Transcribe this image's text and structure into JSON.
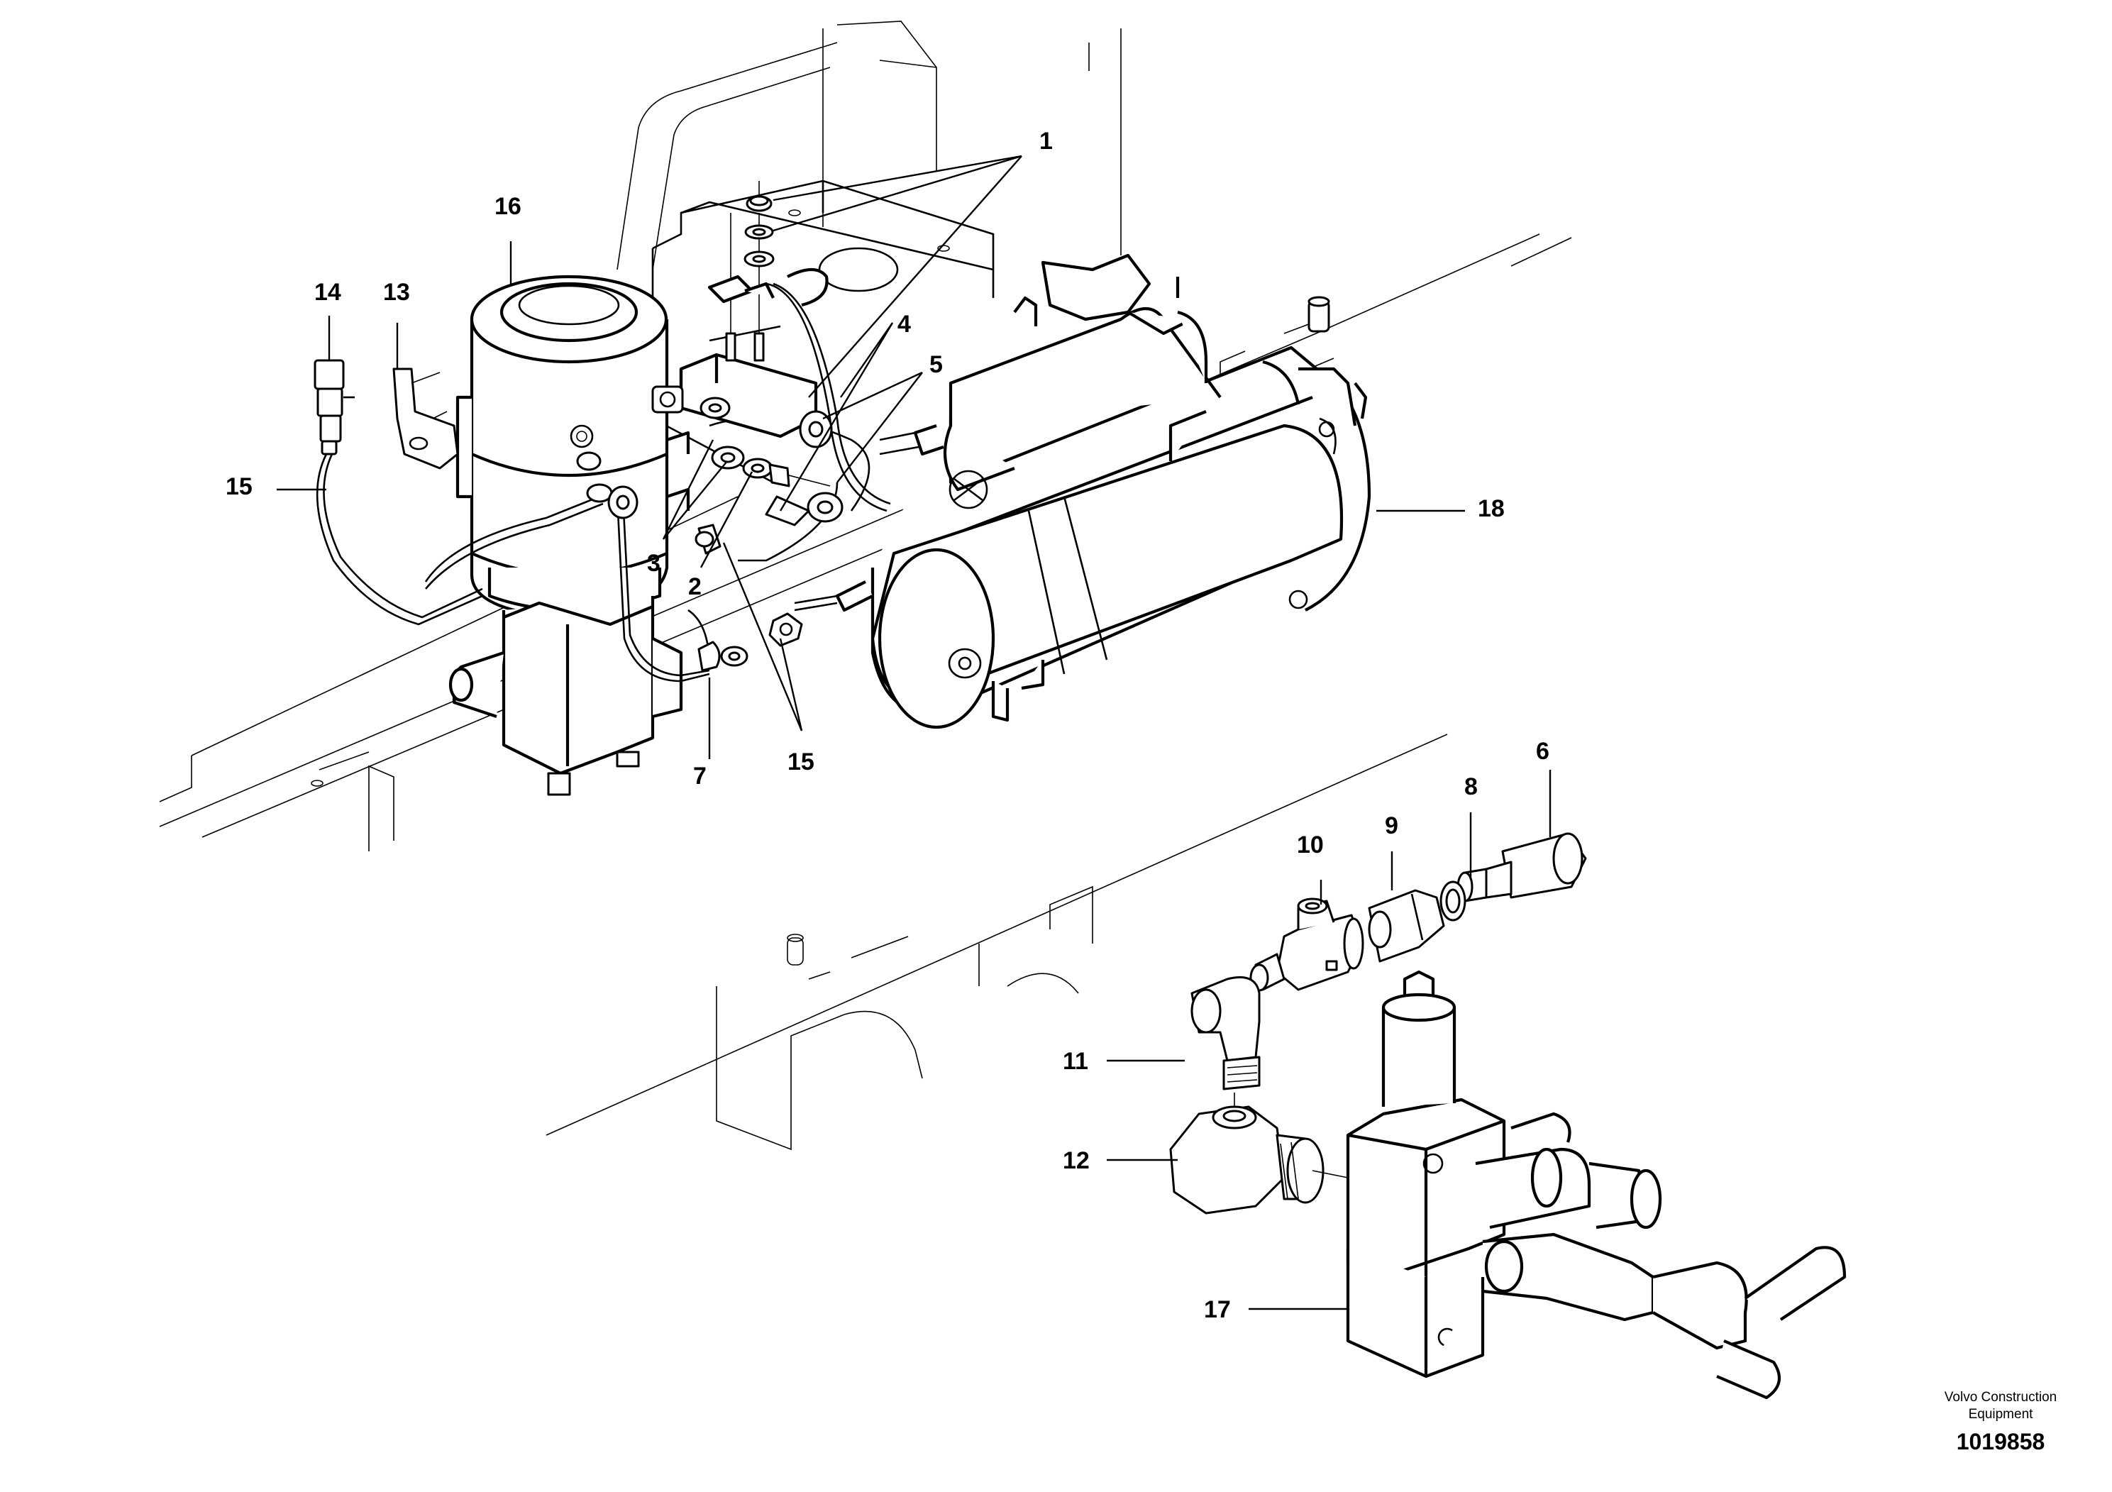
{
  "callouts": {
    "c1": "1",
    "c2": "2",
    "c3": "3",
    "c4": "4",
    "c5": "5",
    "c6": "6",
    "c7": "7",
    "c8": "8",
    "c9": "9",
    "c10": "10",
    "c11": "11",
    "c12": "12",
    "c13": "13",
    "c14": "14",
    "c15a": "15",
    "c15b": "15",
    "c16": "16",
    "c17": "17",
    "c18": "18"
  },
  "footer": {
    "brand_line1": "Volvo Construction",
    "brand_line2": "Equipment",
    "doc_number": "1019858"
  }
}
